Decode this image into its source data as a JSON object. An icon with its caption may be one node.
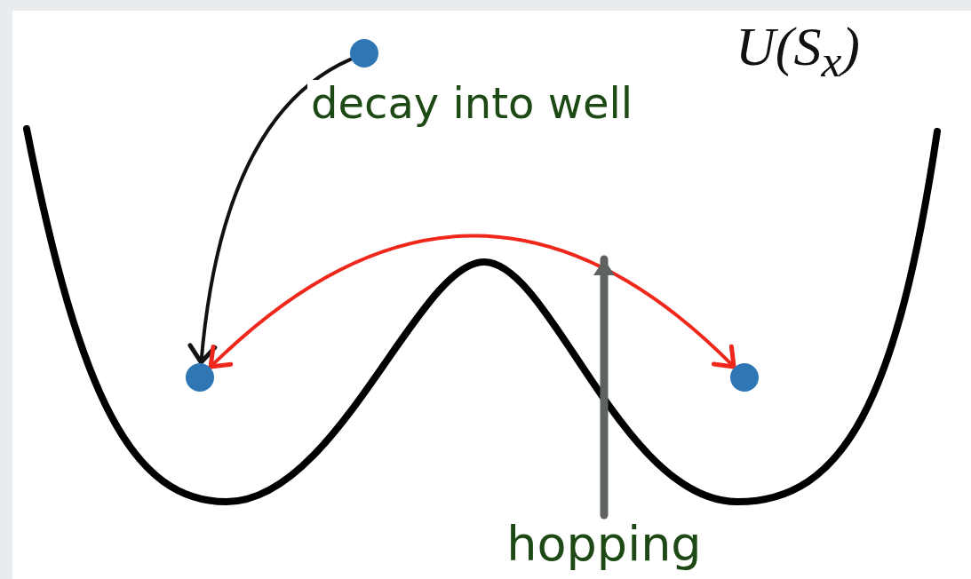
{
  "diagram": {
    "nodes": [
      {
        "text": [],
        "shape": "circle"
      },
      {
        "text": [],
        "shape": "circle"
      },
      {
        "text": [],
        "shape": "circle"
      },
      {
        "text": [
          "hopping"
        ]
      }
    ],
    "edges": [
      {
        "from": 0,
        "to": 1,
        "arrow": "to",
        "label": "decay into well"
      },
      {
        "from": 1,
        "to": 2,
        "arrow": "both",
        "color": "#f0281c"
      },
      {
        "from": 3,
        "to": null,
        "arrow": "to",
        "style": "thick",
        "color": "#5f6360"
      }
    ],
    "labels": [
      "U(S$_{x}$)"
    ]
  }
}
